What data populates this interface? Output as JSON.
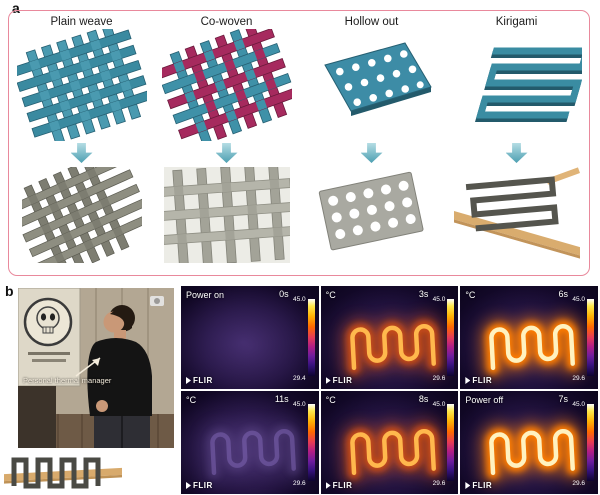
{
  "panel_a": {
    "label": "a",
    "items": [
      {
        "title": "Plain weave"
      },
      {
        "title": "Co-woven"
      },
      {
        "title": "Hollow out"
      },
      {
        "title": "Kirigami"
      }
    ]
  },
  "panel_b": {
    "label": "b",
    "caption": "Personal thermal manager",
    "thermal": [
      {
        "top_left": "Power on",
        "time": "0s",
        "scale_max": "45.0",
        "scale_min": "29.4",
        "logo": "FLIR",
        "glow": "none"
      },
      {
        "top_left": "°C",
        "time": "3s",
        "scale_max": "45.0",
        "scale_min": "29.6",
        "logo": "FLIR",
        "glow": "medium"
      },
      {
        "top_left": "°C",
        "time": "6s",
        "scale_max": "45.0",
        "scale_min": "29.6",
        "logo": "FLIR",
        "glow": "high"
      },
      {
        "top_left": "°C",
        "time": "11s",
        "scale_max": "45.0",
        "scale_min": "29.6",
        "logo": "FLIR",
        "glow": "faint"
      },
      {
        "top_left": "°C",
        "time": "8s",
        "scale_max": "45.0",
        "scale_min": "29.6",
        "logo": "FLIR",
        "glow": "medium"
      },
      {
        "top_left": "Power off",
        "time": "7s",
        "scale_max": "45.0",
        "scale_min": "29.6",
        "logo": "FLIR",
        "glow": "high"
      }
    ]
  },
  "colors": {
    "panel_border": "#e9899c",
    "schematic_teal": "#3a8ca2",
    "schematic_crimson": "#a62a5e",
    "arrow_teal": "#5ba8b8"
  }
}
